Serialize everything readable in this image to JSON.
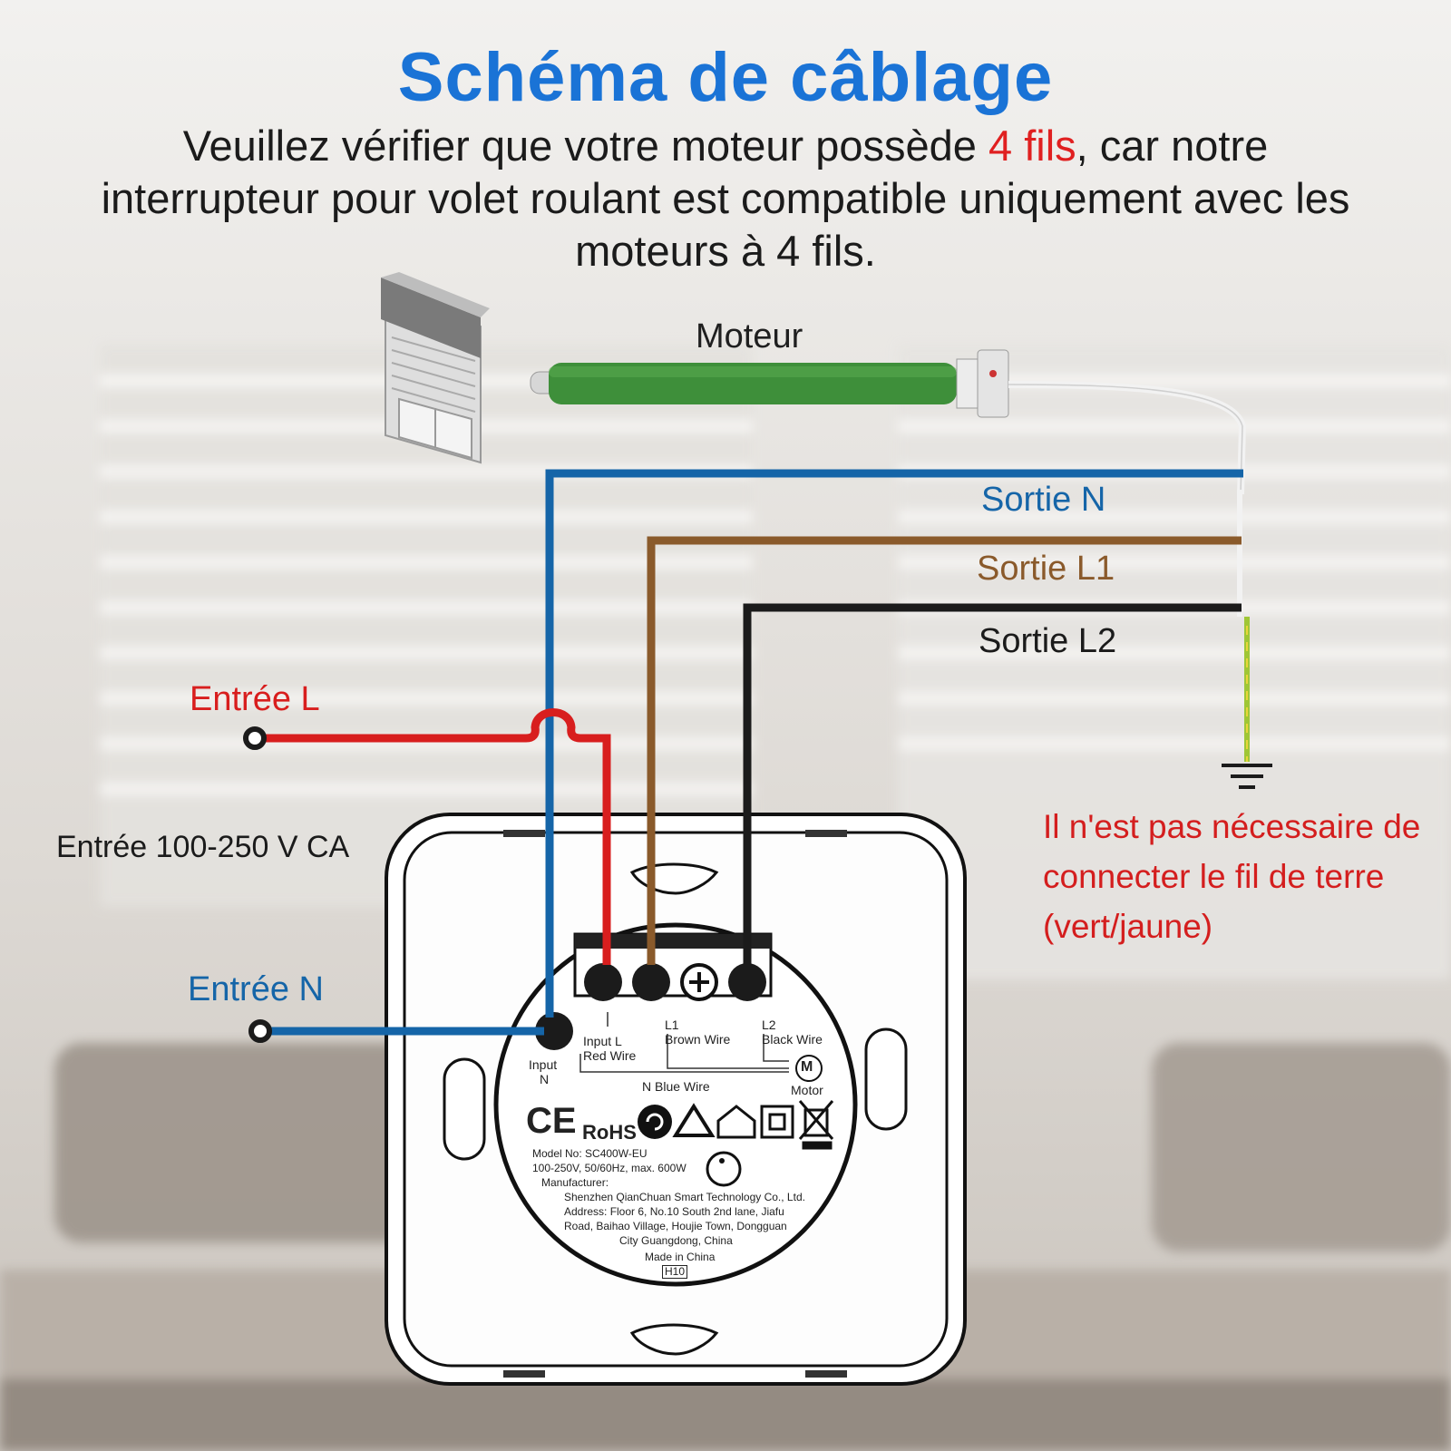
{
  "title": "Schéma de câblage",
  "subtitle": {
    "before": "Veuillez vérifier que votre moteur possède ",
    "highlight": "4 fils",
    "after": ", car notre interrupteur pour volet roulant est compatible uniquement avec les moteurs à 4 fils."
  },
  "labels": {
    "motor": "Moteur",
    "out_n": "Sortie N",
    "out_l1": "Sortie L1",
    "out_l2": "Sortie L2",
    "in_l": "Entrée L",
    "in_n": "Entrée N",
    "supply": "Entrée 100-250 V CA",
    "ground_note": "Il n'est pas nécessaire de connecter le fil de terre (vert/jaune)"
  },
  "switch_print": {
    "input_n_1": "Input",
    "input_n_2": "N",
    "input_l_1": "Input L",
    "input_l_2": "Red Wire",
    "l1_1": "L1",
    "l1_2": "Brown Wire",
    "l2_1": "L2",
    "l2_2": "Black Wire",
    "n_blue": "N  Blue Wire",
    "motor": "Motor",
    "motor_symbol": "M",
    "ce": "CE",
    "rohs": "RoHS",
    "model": "Model No: SC400W-EU",
    "rating": "100-250V, 50/60Hz, max. 600W",
    "manufacturer_label": "Manufacturer:",
    "manufacturer_1": "Shenzhen QianChuan Smart Technology Co., Ltd.",
    "manufacturer_2": "Address: Floor 6, No.10 South 2nd lane, Jiafu",
    "manufacturer_3": "Road, Baihao Village, Houjie Town, Dongguan",
    "manufacturer_4": "City Guangdong, China",
    "made_in": "Made in China",
    "code": "H10"
  },
  "colors": {
    "title": "#1a73d6",
    "neutral_blue": "#1565a8",
    "brown": "#8a5a2b",
    "red": "#d81e1e",
    "black": "#1b1b1b",
    "motor_green": "#3e8f3a",
    "earth_green_yellow": "#9fc636"
  }
}
